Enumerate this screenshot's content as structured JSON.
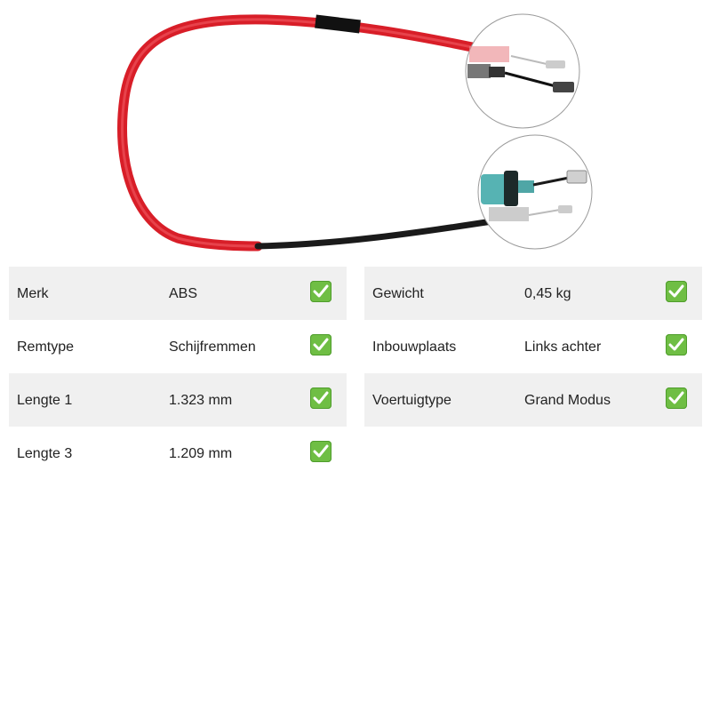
{
  "product": {
    "image_icon": "brake-cable-image",
    "colors": {
      "sheath": "#e0202a",
      "cable": "#1a1a1a",
      "connector": "#4fa6a6"
    }
  },
  "specs_left": [
    {
      "label": "Merk",
      "value": "ABS",
      "check_icon": "check-icon"
    },
    {
      "label": "Remtype",
      "value": "Schijfremmen",
      "check_icon": "check-icon"
    },
    {
      "label": "Lengte 1",
      "value": "1.323 mm",
      "check_icon": "check-icon"
    },
    {
      "label": "Lengte 3",
      "value": "1.209 mm",
      "check_icon": "check-icon"
    }
  ],
  "specs_right": [
    {
      "label": "Gewicht",
      "value": "0,45 kg",
      "check_icon": "check-icon"
    },
    {
      "label": "Inbouwplaats",
      "value": "Links achter",
      "check_icon": "check-icon"
    },
    {
      "label": "Voertuigtype",
      "value": "Grand Modus",
      "check_icon": "check-icon"
    }
  ],
  "accent_check_color": "#6fbe44"
}
